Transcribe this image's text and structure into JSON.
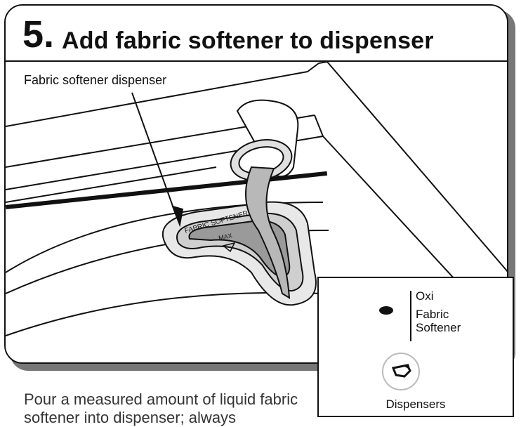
{
  "header": {
    "step_number": "5.",
    "title": "Add fabric softener to dispenser"
  },
  "illustration": {
    "callout_label": "Fabric softener dispenser",
    "embossed_label": "FABRIC SOFTENER",
    "max_label": "MAX"
  },
  "inset": {
    "option_top": "Oxi",
    "option_selected": "Fabric\nSoftener",
    "button_caption": "Dispensers",
    "button_icon": "dispenser-icon"
  },
  "body_text": "Pour a measured amount of liquid fabric softener into dispenser; always"
}
